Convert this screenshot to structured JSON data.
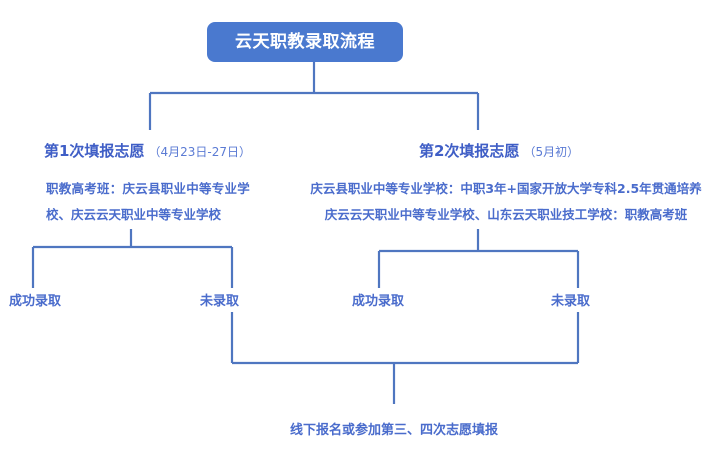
{
  "colors": {
    "title_box_bg": "#4a79cf",
    "title_text": "#ffffff",
    "heading_text": "#3f5ec6",
    "heading_sub_text": "#5b7bd4",
    "body_text": "#4a6ccc",
    "connector_line": "#4f76c0",
    "canvas_bg": "#ffffff"
  },
  "chart_data": {
    "type": "diagram",
    "title": "云天职教录取流程",
    "orientation": "top-down",
    "nodes": [
      {
        "id": "root",
        "label": "云天职教录取流程",
        "shape": "rounded-rect",
        "style": "filled"
      },
      {
        "id": "stage1",
        "label": "第1次填报志愿",
        "note": "（4月23日-27日）"
      },
      {
        "id": "stage2",
        "label": "第2次填报志愿",
        "note": "（5月初）"
      },
      {
        "id": "leaf1success",
        "label": "成功录取"
      },
      {
        "id": "leaf1fail",
        "label": "未录取"
      },
      {
        "id": "leaf2success",
        "label": "成功录取"
      },
      {
        "id": "leaf2fail",
        "label": "未录取"
      },
      {
        "id": "final",
        "label": "线下报名或参加第三、四次志愿填报"
      }
    ],
    "edges": [
      {
        "from": "root",
        "to": "stage1"
      },
      {
        "from": "root",
        "to": "stage2"
      },
      {
        "from": "stage1",
        "to": "leaf1success"
      },
      {
        "from": "stage1",
        "to": "leaf1fail"
      },
      {
        "from": "stage2",
        "to": "leaf2success"
      },
      {
        "from": "stage2",
        "to": "leaf2fail"
      },
      {
        "from": "leaf1fail",
        "to": "final"
      },
      {
        "from": "leaf2fail",
        "to": "final"
      }
    ]
  },
  "title": {
    "text": "云天职教录取流程"
  },
  "stage1": {
    "heading": "第1次填报志愿",
    "heading_note": "（4月23日-27日）",
    "body_lines": [
      "职教高考班：庆云县职业中等专业学",
      "校、庆云云天职业中等专业学校"
    ],
    "outcomes": {
      "success": "成功录取",
      "fail": "未录取"
    }
  },
  "stage2": {
    "heading": "第2次填报志愿",
    "heading_note": "（5月初）",
    "body_lines": [
      "庆云县职业中等专业学校：中职3年+国家开放大学专科2.5年贯通培养",
      "庆云云天职业中等专业学校、山东云天职业技工学校：职教高考班"
    ],
    "outcomes": {
      "success": "成功录取",
      "fail": "未录取"
    }
  },
  "final": {
    "text": "线下报名或参加第三、四次志愿填报"
  }
}
